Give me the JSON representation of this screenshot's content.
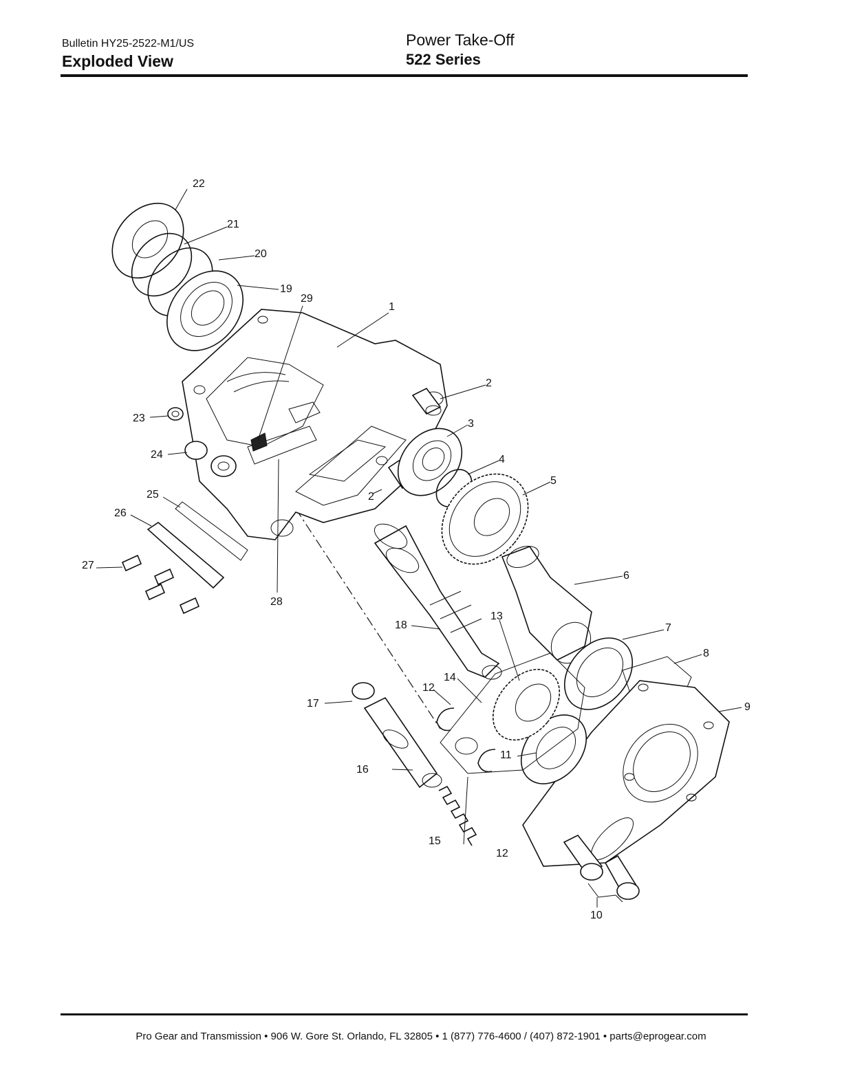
{
  "header": {
    "bulletin": "Bulletin HY25-2522-M1/US",
    "section": "Exploded View",
    "product": "Power Take-Off",
    "series": "522 Series"
  },
  "footer": {
    "text": "Pro Gear and Transmission  • 906 W. Gore St. Orlando, FL 32805 • 1 (877) 776-4600 / (407) 872-1901 • parts@eprogear.com"
  },
  "diagram": {
    "callouts": [
      "1",
      "2",
      "2",
      "3",
      "4",
      "5",
      "6",
      "7",
      "8",
      "9",
      "10",
      "11",
      "12",
      "12",
      "13",
      "14",
      "15",
      "16",
      "17",
      "18",
      "19",
      "20",
      "21",
      "22",
      "23",
      "24",
      "25",
      "26",
      "27",
      "28",
      "29"
    ]
  }
}
